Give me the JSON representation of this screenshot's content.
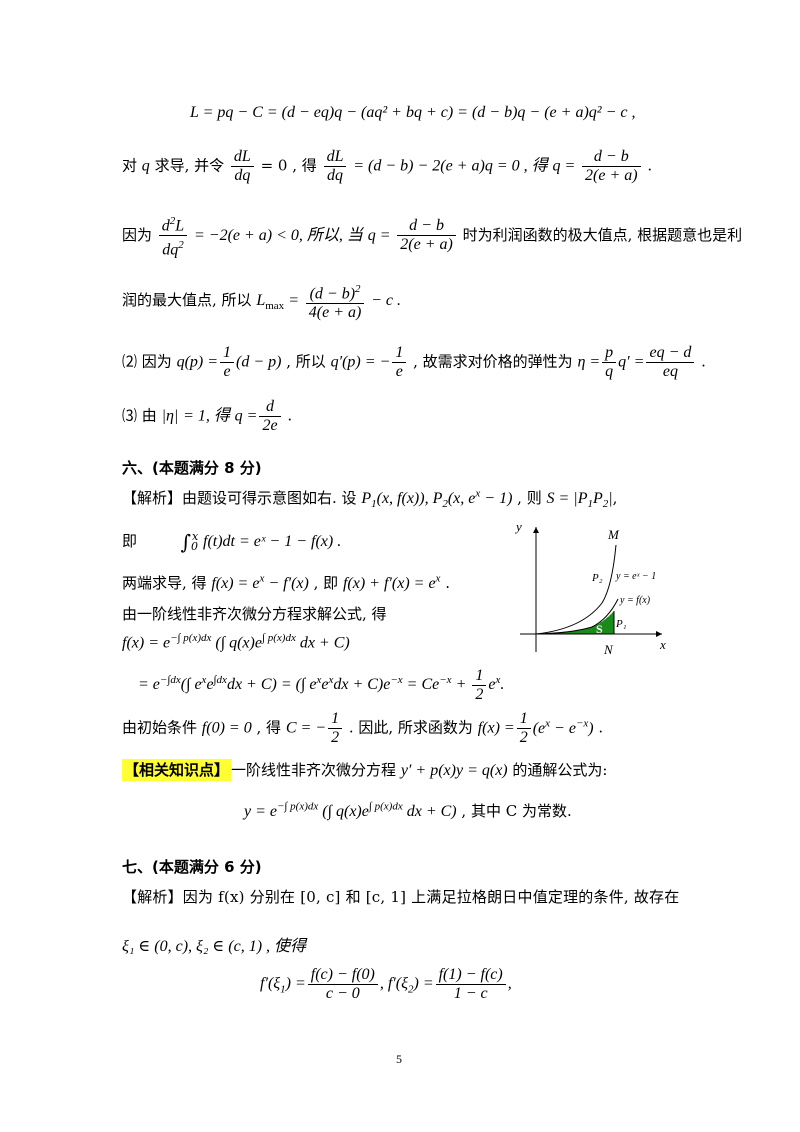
{
  "eq_L": "L = pq − C = (d − eq)q − (aq² + bq + c) = (d − b)q − (e + a)q² − c ,",
  "p1_a": "对",
  "p1_b": "求导, 并令",
  "p1_c": "= 0 , 得",
  "p1_d": "= (d − b) − 2(e + a)q = 0 , 得",
  "p1_e": ".",
  "p2_a": "因为",
  "p2_b": "= −2(e + a) < 0, 所以, 当",
  "p2_c": "时为利润函数的极大值点, 根据题意也是利",
  "p3_a": "润的最大值点, 所以",
  "p3_b": "− c .",
  "p4_a": "⑵  因为",
  "p4_b": ", 所以",
  "p4_c": ", 故需求对价格的弹性为",
  "p4_d": ".",
  "p5_a": "⑶  由",
  "p5_b": "= 1, 得",
  "p5_c": ".",
  "sec6_title": "六、(本题满分 8 分)",
  "sec6_jx": "【解析】由题设可得示意图如右. 设",
  "sec6_jx2": ", 则",
  "ji": "即",
  "eq_int": "f(t)dt = eˣ − 1 − f(x) .",
  "diff_a": "两端求导, 得",
  "diff_b": ", 即",
  "diff_c": ".",
  "formula_intro": "由一阶线性非齐次微分方程求解公式, 得",
  "init_a": "由初始条件",
  "init_b": ", 得",
  "init_c": ". 因此, 所求函数为",
  "init_d": ".",
  "knowledge_tag": "【相关知识点】",
  "knowledge_text": "一阶线性非齐次微分方程",
  "knowledge_text2": "的通解公式为:",
  "knowledge_tail": ", 其中 C 为常数.",
  "sec7_title": "七、(本题满分 6 分)",
  "sec7_text": "【解析】因为 f(x) 分别在 [0, c] 和 [c, 1] 上满足拉格朗日中值定理的条件, 故存在",
  "xi_line": "ξ₁ ∈ (0, c), ξ₂ ∈ (c, 1) , 使得",
  "page_number": "5",
  "figure": {
    "y_axis": "y",
    "x_axis": "x",
    "M": "M",
    "N": "N",
    "P1": "P₁",
    "P2": "P₂",
    "S": "S",
    "curve1": "y = eˣ − 1",
    "curve2": "y = f(x)",
    "fill_color": "#1a8a1a"
  }
}
